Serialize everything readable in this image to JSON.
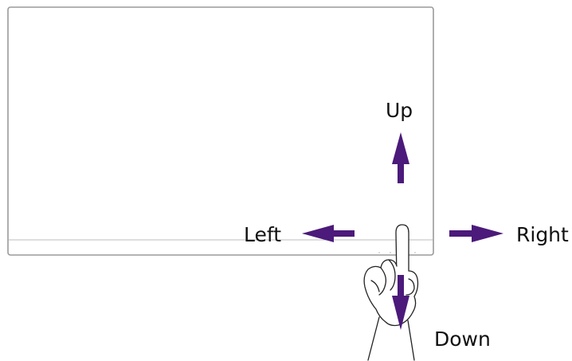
{
  "labels": {
    "up": "Up",
    "down": "Down",
    "left": "Left",
    "right": "Right"
  },
  "colors": {
    "arrow": "#4b1a7a",
    "outline": "#9a9a9a",
    "hand": "#222222"
  },
  "icons": {
    "monitor": "monitor-outline",
    "hand": "pointing-hand",
    "arrows": [
      "arrow-up",
      "arrow-down",
      "arrow-left",
      "arrow-right"
    ]
  }
}
